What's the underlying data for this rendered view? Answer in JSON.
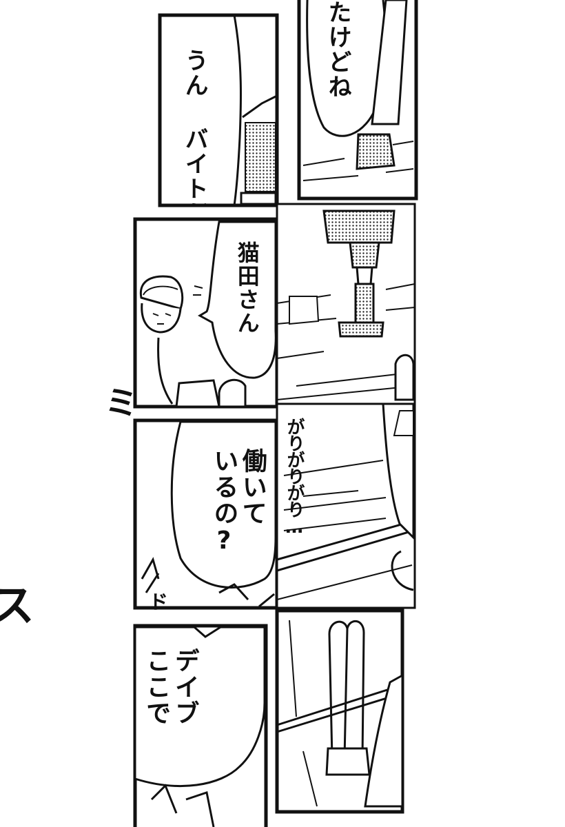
{
  "panels": [
    {
      "id": "panel-top-left",
      "speech": {
        "text": "うん バイトだ"
      }
    },
    {
      "id": "panel-top-right",
      "speech": {
        "text": "たけどね"
      }
    },
    {
      "id": "panel-middle-left",
      "speech": {
        "text": "猫田さん"
      },
      "sfx": "ミ"
    },
    {
      "id": "panel-lower-left",
      "speech": {
        "text": "働いて\nいるの?"
      },
      "sfx": "ド"
    },
    {
      "id": "panel-lower-right",
      "sfx": "がりがりがり…"
    },
    {
      "id": "panel-bottom-left",
      "speech": {
        "text": "デイブ\nここで"
      }
    }
  ],
  "edge_sfx": "ス"
}
